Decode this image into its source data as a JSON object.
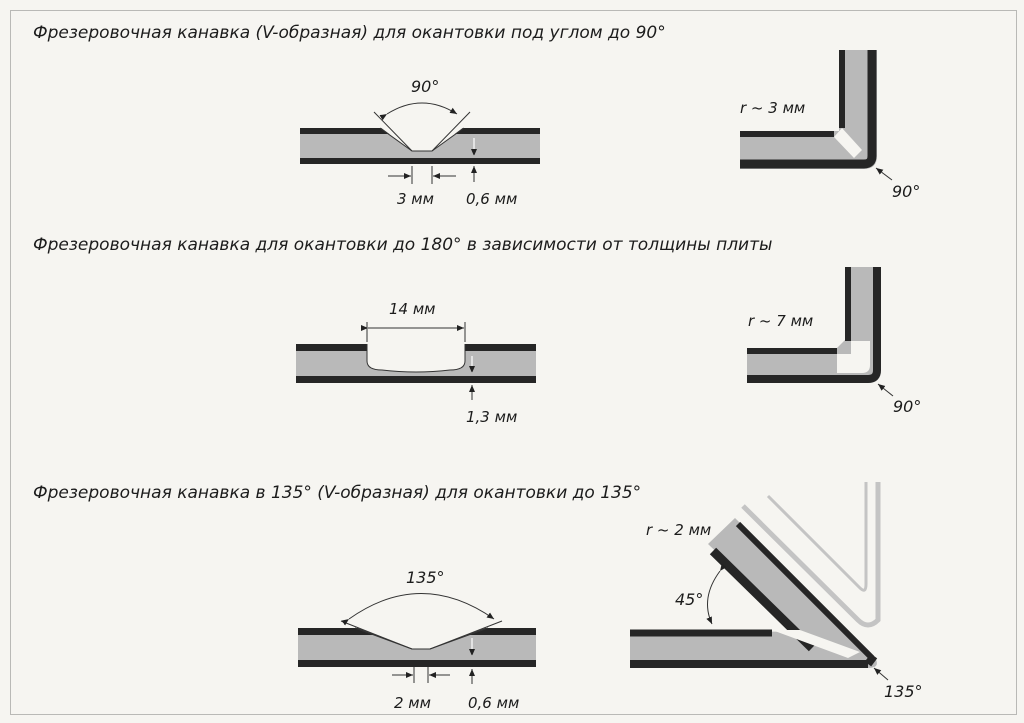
{
  "section1": {
    "title": "Фрезеровочная канавка (V-образная) для окантовки под углом до 90°",
    "groove_angle": "90°",
    "width": "3 мм",
    "residual": "0,6 мм",
    "radius": "r ~ 3 мм",
    "fold_angle": "90°"
  },
  "section2": {
    "title": "Фрезеровочная канавка для окантовки до 180° в зависимости от толщины плиты",
    "width": "14 мм",
    "residual": "1,3 мм",
    "radius": "r ~ 7 мм",
    "fold_angle": "90°"
  },
  "section3": {
    "title": "Фрезеровочная канавка в 135° (V-образная) для окантовки до 135°",
    "groove_angle": "135°",
    "width": "2 мм",
    "residual": "0,6 мм",
    "radius": "r ~ 2 мм",
    "bend_angle": "45°",
    "fold_angle": "135°"
  },
  "colors": {
    "paper": "#f6f5f1",
    "skin": "#262626",
    "core": "#b9b9b9",
    "ghost": "#c4c4c4"
  }
}
